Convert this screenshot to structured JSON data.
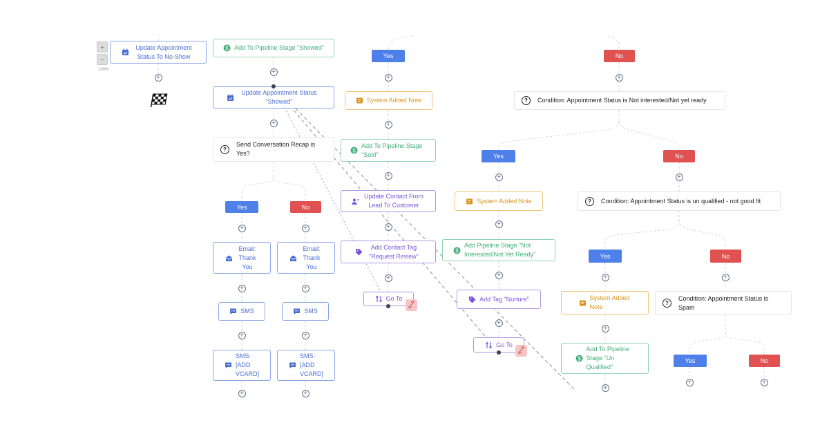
{
  "zoom": {
    "plus_label": "+",
    "minus_label": "−",
    "level": "100%"
  },
  "nodes": {
    "no_show": "Update Appointment Status To No-Show",
    "stage_showed": "Add To Pipeline Stage \"Showed\"",
    "status_showed": "Update Appointment Status \"Showed\"",
    "recap_cond": "Send Conversation Recap is Yes?",
    "email_yes": "Email: Thank You",
    "email_no": "Email: Thank You",
    "sms_yes": "SMS",
    "sms_no": "SMS",
    "vcard_yes": "SMS: [ADD VCARD]",
    "vcard_no": "SMS: [ADD VCARD]",
    "note_1": "System Added Note",
    "stage_sold": "Add To Pipeline Stage \"Sold\"",
    "lead_customer": "Update Contact From Lead To Customer",
    "tag_review": "Add Contact Tag \"Request Review\"",
    "goto_1": "Go To",
    "cond_not_interested": "Condition: Appointment Status is Not interested/Not yet ready",
    "note_2": "System Added Note",
    "stage_not_interested": "Add Pipeline Stage \"Not Interested/Not Yet Ready\"",
    "tag_nurture": "Add Tag \"Nurture\"",
    "goto_2": "Go To",
    "cond_unqualified": "Condition: Appointment Status is un qualified - not good fit",
    "note_3": "System Added Note",
    "stage_unqualified": "Add To Pipeline Stage \"Un Qualified\"",
    "cond_spam": "Condition: Appointment Status is Spam"
  },
  "branches": {
    "recap_yes": "Yes",
    "recap_no": "No",
    "top_yes": "Yes",
    "top_no": "No",
    "ni_yes": "Yes",
    "ni_no": "No",
    "uq_yes": "Yes",
    "uq_no": "No",
    "spam_yes": "Yes",
    "spam_no": "No"
  },
  "colors": {
    "yes": "#4f80ea",
    "no": "#e05151",
    "action_blue": "#4a6fd0",
    "action_green": "#3fae78",
    "action_orange": "#d9951f",
    "action_purple": "#7b55d9"
  }
}
